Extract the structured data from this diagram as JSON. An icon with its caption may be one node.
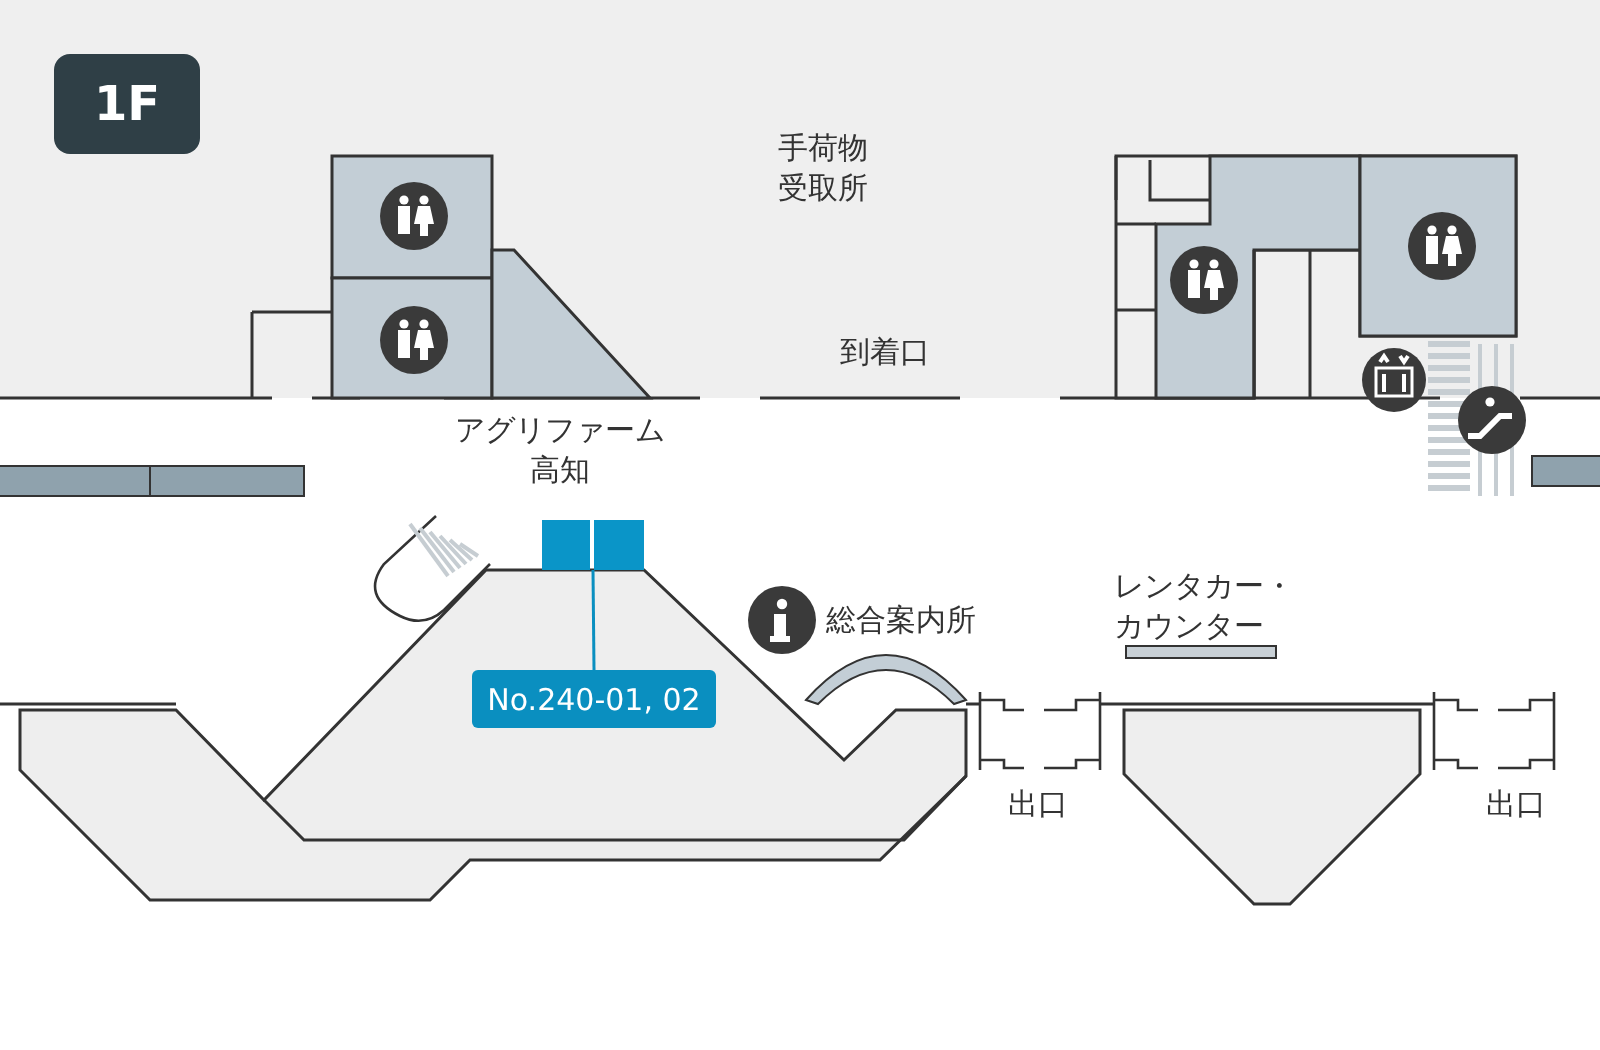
{
  "diagram": {
    "nodes": [
      {
        "text": [
          "1F"
        ]
      },
      {
        "text": [],
        "shape": "box"
      },
      {
        "text": [
          "No.240-01, 02"
        ]
      }
    ],
    "edges": [
      {
        "from": 2,
        "to": 1,
        "arrow": "none"
      }
    ],
    "labels": [
      "手荷物受取所",
      "到着口",
      "アグリファーム高知",
      "総合案内所",
      "レンタカー・カウンター",
      "出口",
      "出口"
    ]
  }
}
